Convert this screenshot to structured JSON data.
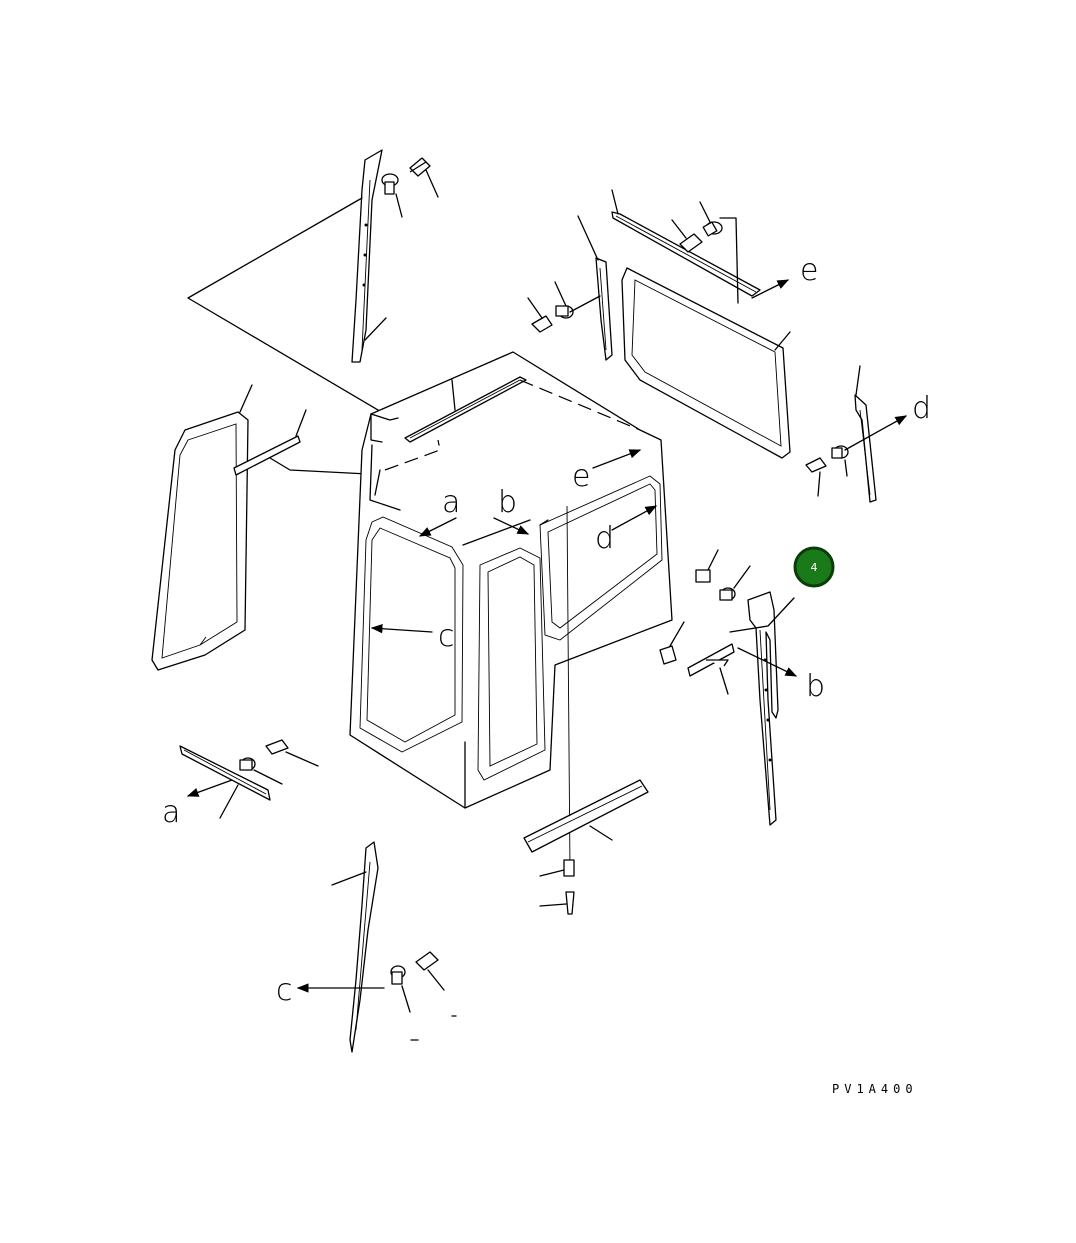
{
  "drawing_code": "PV1A400",
  "callout": {
    "number": "4",
    "fill_color": "#1a7a1a",
    "ring_color": "#0b3d0b"
  },
  "ref_letters": {
    "a_cab": "a",
    "b_cab": "b",
    "c_cab": "c",
    "d_cab": "d",
    "e_cab": "e",
    "a_part": "a",
    "b_part": "b",
    "c_part": "c",
    "d_part": "d",
    "e_part": "e"
  }
}
